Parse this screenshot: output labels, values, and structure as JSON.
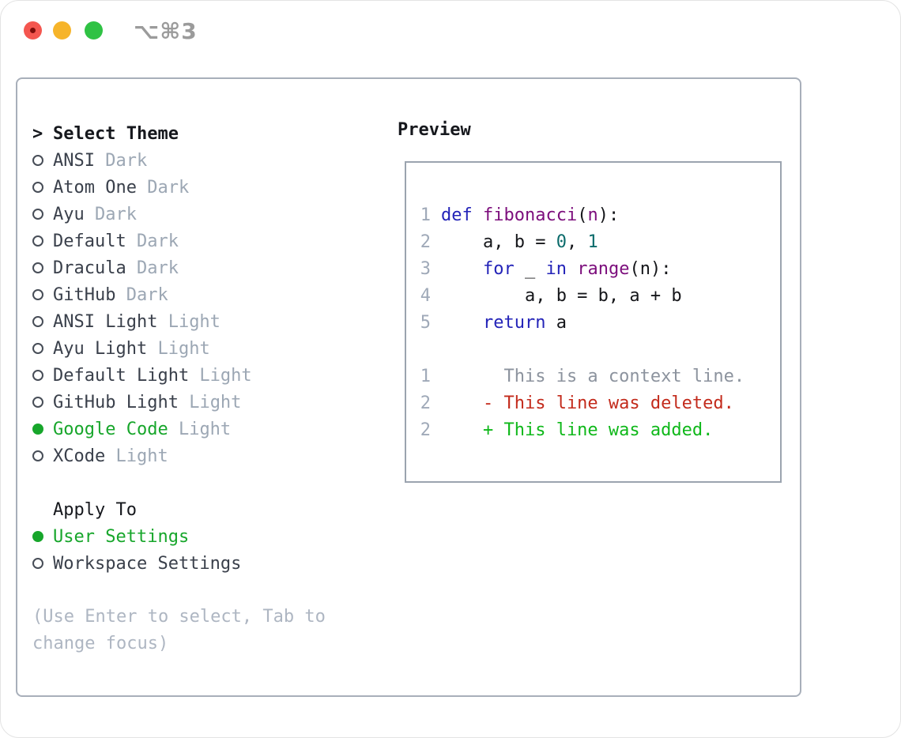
{
  "window": {
    "title": "⌥⌘3",
    "traffic_lights": [
      {
        "name": "close",
        "color": "#f4564f"
      },
      {
        "name": "minimize",
        "color": "#f6b42a"
      },
      {
        "name": "zoom",
        "color": "#2fc244"
      }
    ]
  },
  "left": {
    "cursor": ">",
    "title": "Select Theme",
    "themes": [
      {
        "name": "ANSI",
        "variant": "Dark",
        "selected": false
      },
      {
        "name": "Atom One",
        "variant": "Dark",
        "selected": false
      },
      {
        "name": "Ayu",
        "variant": "Dark",
        "selected": false
      },
      {
        "name": "Default",
        "variant": "Dark",
        "selected": false
      },
      {
        "name": "Dracula",
        "variant": "Dark",
        "selected": false
      },
      {
        "name": "GitHub",
        "variant": "Dark",
        "selected": false
      },
      {
        "name": "ANSI Light",
        "variant": "Light",
        "selected": false
      },
      {
        "name": "Ayu Light",
        "variant": "Light",
        "selected": false
      },
      {
        "name": "Default Light",
        "variant": "Light",
        "selected": false
      },
      {
        "name": "GitHub Light",
        "variant": "Light",
        "selected": false
      },
      {
        "name": "Google Code",
        "variant": "Light",
        "selected": true
      },
      {
        "name": "XCode",
        "variant": "Light",
        "selected": false
      }
    ],
    "apply_to": {
      "title": "Apply To",
      "options": [
        {
          "label": "User Settings",
          "selected": true
        },
        {
          "label": "Workspace Settings",
          "selected": false
        }
      ]
    },
    "hint": "(Use Enter to select, Tab to change focus)"
  },
  "preview": {
    "title": "Preview",
    "code_lines": [
      {
        "num": "1",
        "tokens": [
          [
            "kw",
            "def"
          ],
          [
            "pln",
            " "
          ],
          [
            "typ",
            "fibonacci"
          ],
          [
            "pln",
            "("
          ],
          [
            "typ",
            "n"
          ],
          [
            "pln",
            "):"
          ]
        ]
      },
      {
        "num": "2",
        "tokens": [
          [
            "pln",
            "    a, b = "
          ],
          [
            "lit",
            "0"
          ],
          [
            "pln",
            ", "
          ],
          [
            "lit",
            "1"
          ]
        ]
      },
      {
        "num": "3",
        "tokens": [
          [
            "pln",
            "    "
          ],
          [
            "kw",
            "for"
          ],
          [
            "pln",
            " _ "
          ],
          [
            "kw",
            "in"
          ],
          [
            "pln",
            " "
          ],
          [
            "typ",
            "range"
          ],
          [
            "pln",
            "(n):"
          ]
        ]
      },
      {
        "num": "4",
        "tokens": [
          [
            "pln",
            "        a, b = b, a + b"
          ]
        ]
      },
      {
        "num": "5",
        "tokens": [
          [
            "pln",
            "    "
          ],
          [
            "kw",
            "return"
          ],
          [
            "pln",
            " a"
          ]
        ]
      },
      {
        "num": "",
        "tokens": []
      },
      {
        "num": "1",
        "tokens": [
          [
            "ctx",
            "      This is a context line."
          ]
        ]
      },
      {
        "num": "2",
        "tokens": [
          [
            "del",
            "    - This line was deleted."
          ]
        ]
      },
      {
        "num": "2",
        "tokens": [
          [
            "add",
            "    + This line was added."
          ]
        ]
      }
    ]
  },
  "colors": {
    "keyword": "#2323b8",
    "type_name": "#7c0e7c",
    "literal": "#0b6b6b",
    "plain": "#15161a",
    "context": "#8c939e",
    "deleted": "#c32b1c",
    "added": "#0fb81a",
    "selected_green": "#17a62b",
    "panel_border": "#a8afba",
    "preview_border": "#9ba4af",
    "muted_text": "#9ca7b4",
    "hint_text": "#aeb6c2"
  }
}
